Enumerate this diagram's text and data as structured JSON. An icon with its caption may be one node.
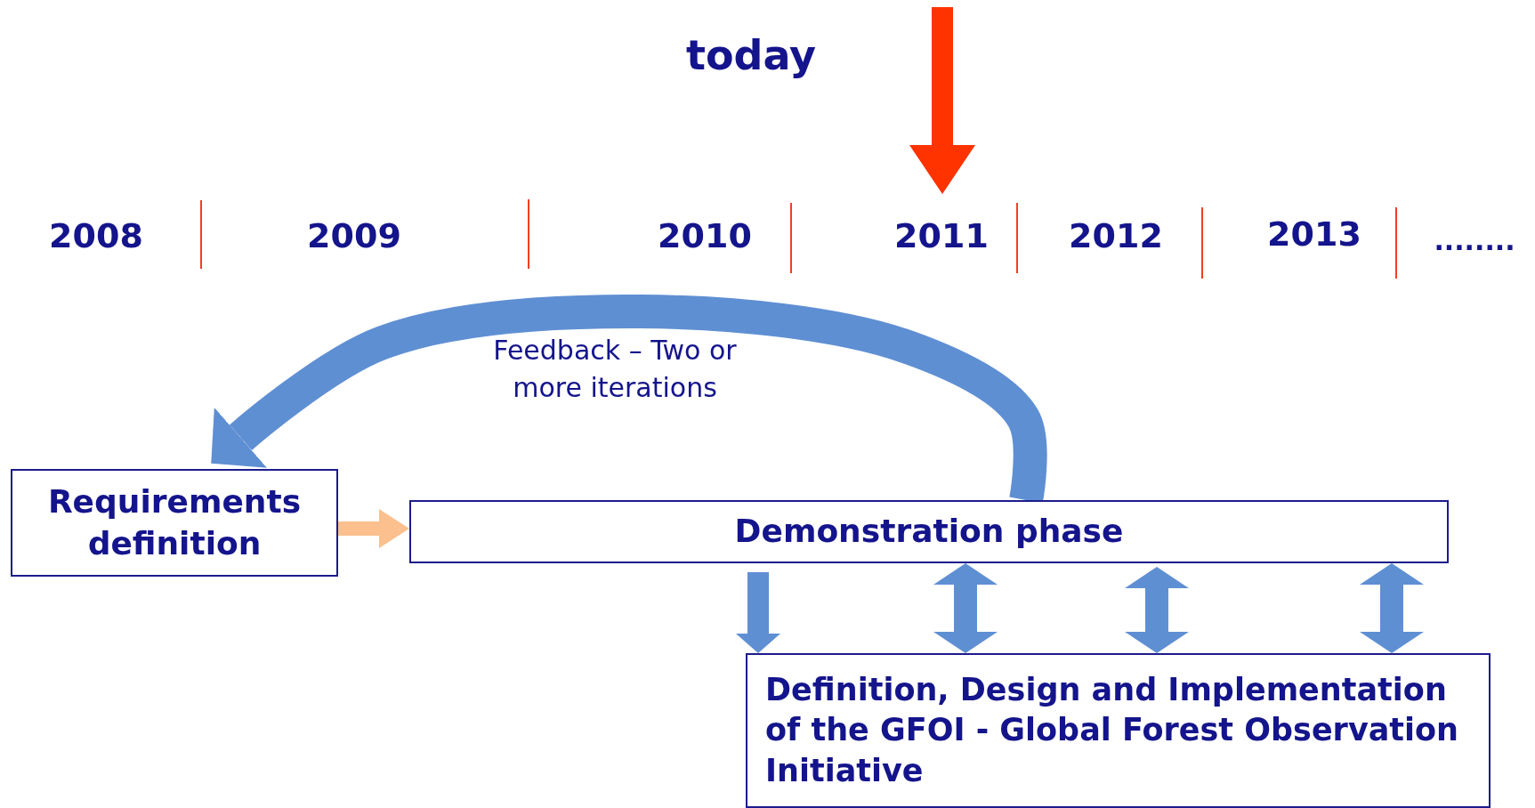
{
  "diagram": {
    "nodes": [
      {
        "text": [
          "Requirements definition"
        ]
      },
      {
        "text": [
          "Demonstration phase"
        ]
      },
      {
        "text": [
          "Definition, Design and Implementation of the GFOI - Global Forest Observation Initiative"
        ]
      }
    ],
    "edges": [
      {
        "from": 0,
        "to": 1,
        "arrow": "to",
        "color": "#fbc08e"
      },
      {
        "from": 1,
        "to": 0,
        "arrow": "to",
        "label": "Feedback – Two or more iterations"
      },
      {
        "from": 1,
        "to": 2,
        "arrow": "to"
      },
      {
        "from": 1,
        "to": 2,
        "arrow": "both"
      },
      {
        "from": 1,
        "to": 2,
        "arrow": "both"
      },
      {
        "from": 1,
        "to": 2,
        "arrow": "both"
      }
    ],
    "labels": [
      "today",
      "2008",
      "2009",
      "2010",
      "2011",
      "2012",
      "2013",
      "........"
    ]
  }
}
